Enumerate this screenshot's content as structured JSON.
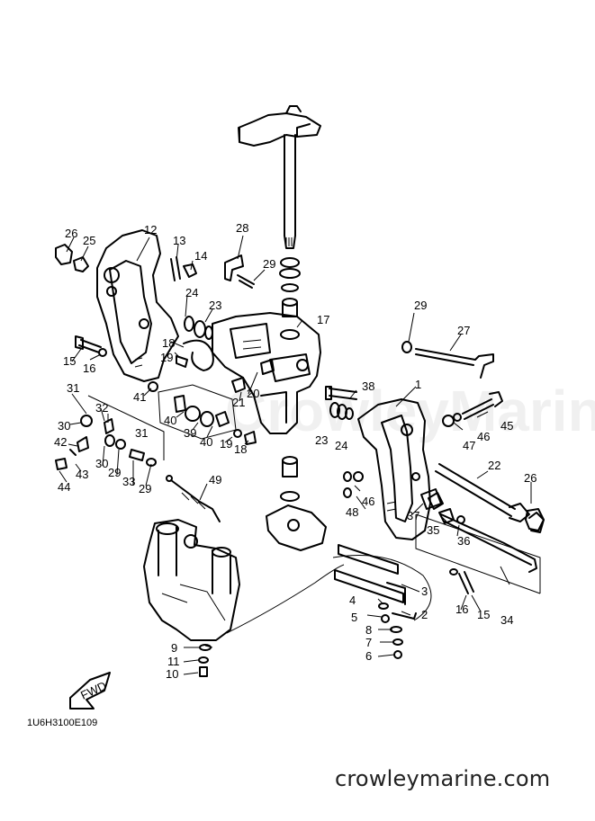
{
  "diagram": {
    "reference_code": "1U6H3100E109",
    "watermark": "CrowleyMarine",
    "website": "crowleymarine.com",
    "fwd_arrow_text": "FWD",
    "part_labels": [
      {
        "id": "p1",
        "text": "1"
      },
      {
        "id": "p2",
        "text": "2"
      },
      {
        "id": "p3",
        "text": "3"
      },
      {
        "id": "p4",
        "text": "4"
      },
      {
        "id": "p5",
        "text": "5"
      },
      {
        "id": "p6",
        "text": "6"
      },
      {
        "id": "p7",
        "text": "7"
      },
      {
        "id": "p8",
        "text": "8"
      },
      {
        "id": "p9",
        "text": "9"
      },
      {
        "id": "p10",
        "text": "10"
      },
      {
        "id": "p11",
        "text": "11"
      },
      {
        "id": "p12",
        "text": "12"
      },
      {
        "id": "p13",
        "text": "13"
      },
      {
        "id": "p14",
        "text": "14"
      },
      {
        "id": "p15a",
        "text": "15"
      },
      {
        "id": "p15b",
        "text": "15"
      },
      {
        "id": "p16a",
        "text": "16"
      },
      {
        "id": "p16b",
        "text": "16"
      },
      {
        "id": "p17",
        "text": "17"
      },
      {
        "id": "p18a",
        "text": "18"
      },
      {
        "id": "p18b",
        "text": "18"
      },
      {
        "id": "p19a",
        "text": "19"
      },
      {
        "id": "p19b",
        "text": "19"
      },
      {
        "id": "p20",
        "text": "20"
      },
      {
        "id": "p21",
        "text": "21"
      },
      {
        "id": "p22",
        "text": "22"
      },
      {
        "id": "p23a",
        "text": "23"
      },
      {
        "id": "p23b",
        "text": "23"
      },
      {
        "id": "p24a",
        "text": "24"
      },
      {
        "id": "p24b",
        "text": "24"
      },
      {
        "id": "p25",
        "text": "25"
      },
      {
        "id": "p26a",
        "text": "26"
      },
      {
        "id": "p26b",
        "text": "26"
      },
      {
        "id": "p27",
        "text": "27"
      },
      {
        "id": "p28",
        "text": "28"
      },
      {
        "id": "p29a",
        "text": "29"
      },
      {
        "id": "p29b",
        "text": "29"
      },
      {
        "id": "p29c",
        "text": "29"
      },
      {
        "id": "p29d",
        "text": "29"
      },
      {
        "id": "p30a",
        "text": "30"
      },
      {
        "id": "p30b",
        "text": "30"
      },
      {
        "id": "p31a",
        "text": "31"
      },
      {
        "id": "p31b",
        "text": "31"
      },
      {
        "id": "p32",
        "text": "32"
      },
      {
        "id": "p33",
        "text": "33"
      },
      {
        "id": "p34",
        "text": "34"
      },
      {
        "id": "p35",
        "text": "35"
      },
      {
        "id": "p36",
        "text": "36"
      },
      {
        "id": "p37",
        "text": "37"
      },
      {
        "id": "p38",
        "text": "38"
      },
      {
        "id": "p39",
        "text": "39"
      },
      {
        "id": "p40a",
        "text": "40"
      },
      {
        "id": "p40b",
        "text": "40"
      },
      {
        "id": "p41",
        "text": "41"
      },
      {
        "id": "p42",
        "text": "42"
      },
      {
        "id": "p43",
        "text": "43"
      },
      {
        "id": "p44",
        "text": "44"
      },
      {
        "id": "p45",
        "text": "45"
      },
      {
        "id": "p46a",
        "text": "46"
      },
      {
        "id": "p46b",
        "text": "46"
      },
      {
        "id": "p47",
        "text": "47"
      },
      {
        "id": "p48",
        "text": "48"
      },
      {
        "id": "p49",
        "text": "49"
      }
    ]
  }
}
